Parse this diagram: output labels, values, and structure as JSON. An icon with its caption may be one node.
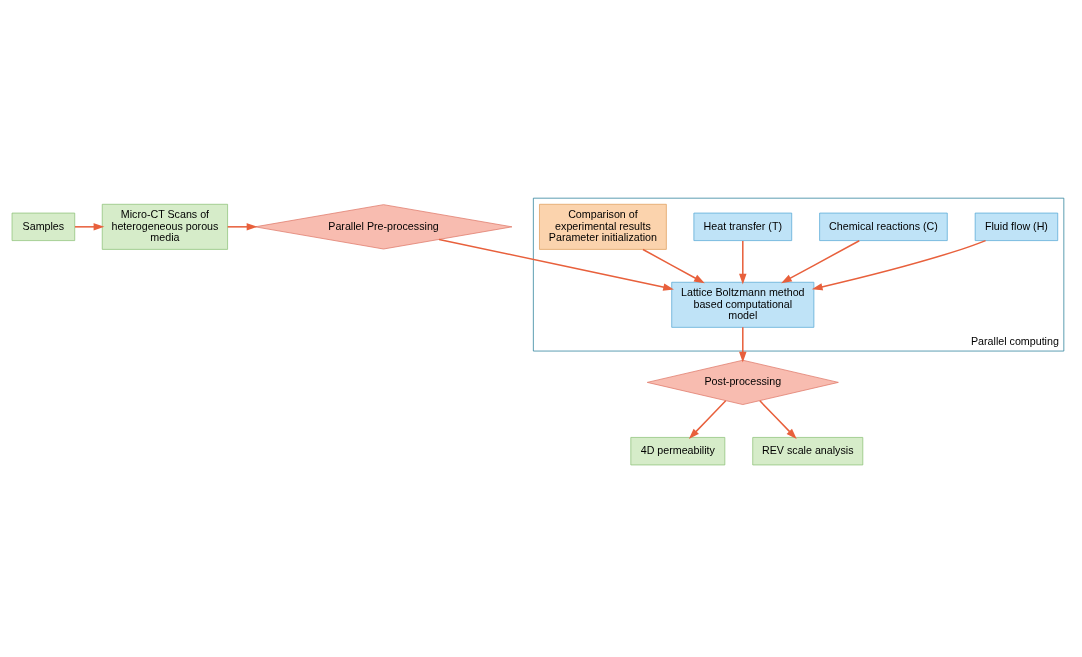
{
  "diagram": {
    "nodes": [
      {
        "text": [
          "Samples"
        ]
      },
      {
        "text": [
          "Micro-CT Scans of heterogeneous porous media"
        ]
      },
      {
        "text": [
          "Parallel Pre-processing"
        ]
      },
      {
        "text": [
          "Parallel computing"
        ]
      },
      {
        "text": [
          "Lattice Boltzmann method based computational model"
        ],
        "in": 3
      },
      {
        "text": [
          "Fluid flow (H)"
        ],
        "in": 3
      },
      {
        "text": [
          "Chemical reactions (C)"
        ],
        "in": 3
      },
      {
        "text": [
          "Heat transfer (T)"
        ],
        "in": 3
      },
      {
        "text": [
          "Comparison of experimental results Parameter initialization"
        ],
        "in": 3
      },
      {
        "text": [
          "Post-processing"
        ]
      },
      {
        "text": [
          "4D permeability"
        ]
      },
      {
        "text": [
          "REV scale analysis"
        ]
      }
    ],
    "edges": [
      {
        "from": 0,
        "to": 1,
        "arrow": "to"
      },
      {
        "from": 1,
        "to": 2,
        "arrow": "to"
      },
      {
        "from": 2,
        "to": 4,
        "arrow": "to"
      },
      {
        "from": 5,
        "to": 4,
        "arrow": "to"
      },
      {
        "from": 6,
        "to": 4,
        "arrow": "to"
      },
      {
        "from": 7,
        "to": 4,
        "arrow": "to"
      },
      {
        "from": 8,
        "to": 4,
        "arrow": "to"
      },
      {
        "from": 4,
        "to": 9,
        "arrow": "to"
      },
      {
        "from": 9,
        "to": 10,
        "arrow": "to"
      },
      {
        "from": 9,
        "to": 11,
        "arrow": "to"
      }
    ]
  }
}
